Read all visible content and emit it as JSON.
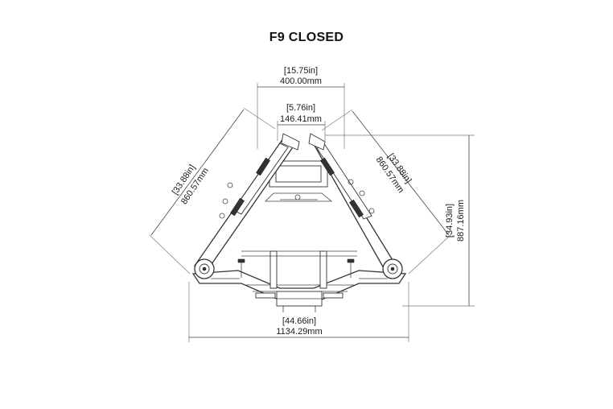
{
  "title": "F9 CLOSED",
  "dimensions": {
    "top_width": {
      "in": "[15.75in]",
      "mm": "400.00mm"
    },
    "inner_gap": {
      "in": "[5.76in]",
      "mm": "146.41mm"
    },
    "left_arm": {
      "in": "[33.88in]",
      "mm": "860.57mm"
    },
    "right_arm": {
      "in": "[33.88in]",
      "mm": "860.57mm"
    },
    "height": {
      "in": "[34.93in]",
      "mm": "887.16mm"
    },
    "base_width": {
      "in": "[44.66in]",
      "mm": "1134.29mm"
    }
  }
}
